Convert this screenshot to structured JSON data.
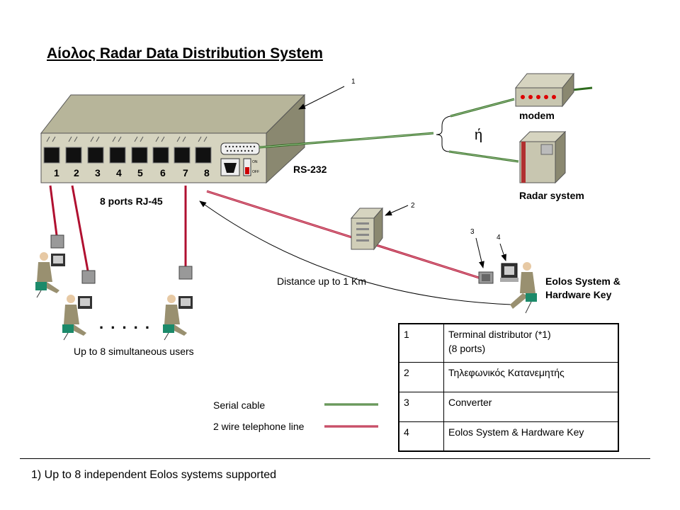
{
  "title": "Αίολος Radar Data Distribution System",
  "device": {
    "ports_label": "8 ports RJ-45",
    "port_numbers": [
      "1",
      "2",
      "3",
      "4",
      "5",
      "6",
      "7",
      "8"
    ],
    "rs232_label": "RS-232",
    "switch_on": "ON",
    "switch_off": "OFF"
  },
  "right_side": {
    "modem_label": "modem",
    "or_symbol": "ή",
    "radar_label": "Radar system"
  },
  "callouts": [
    "1",
    "2",
    "3",
    "4"
  ],
  "distance_label": "Distance up to 1 Km",
  "users_label": "Up to 8 simultaneous users",
  "ellipsis": ". . . . .",
  "eolos_label_line1": "Eolos System &",
  "eolos_label_line2": "Hardware Key",
  "legend_lines": {
    "serial": "Serial cable",
    "telephone": "2 wire telephone line",
    "serial_color": "#2e6b1e",
    "telephone_color": "#b01030"
  },
  "table": {
    "rows": [
      {
        "num": "1",
        "desc": "Terminal distributor (*1)",
        "desc2": "(8 ports)"
      },
      {
        "num": "2",
        "desc": "Τηλεφωνικός Κατανεμητής",
        "desc2": ""
      },
      {
        "num": "3",
        "desc": "Converter",
        "desc2": ""
      },
      {
        "num": "4",
        "desc": "Eolos System & Hardware Key",
        "desc2": ""
      }
    ]
  },
  "footnote": "1) Up to 8 independent Eolos systems supported"
}
